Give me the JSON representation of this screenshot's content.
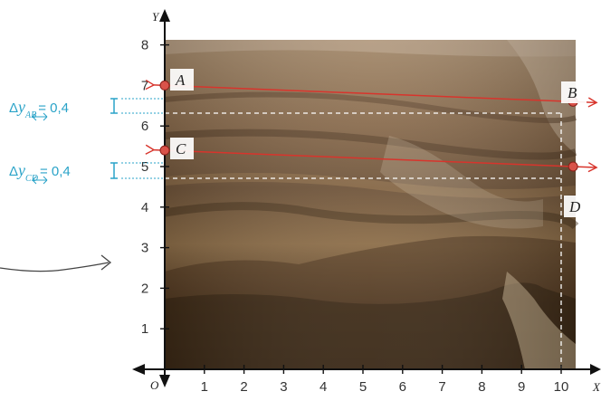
{
  "axes": {
    "x_label": "X",
    "y_label": "Y",
    "origin_label": "O",
    "x_ticks": [
      "1",
      "2",
      "3",
      "4",
      "5",
      "6",
      "7",
      "8",
      "9",
      "10"
    ],
    "y_ticks": [
      "1",
      "2",
      "3",
      "4",
      "5",
      "6",
      "7",
      "8"
    ],
    "xlim": [
      0,
      10.3
    ],
    "ylim": [
      0,
      8.3
    ]
  },
  "points": [
    {
      "label": "A",
      "x": 0,
      "y": 7.0
    },
    {
      "label": "B",
      "x": 10.3,
      "y": 6.6
    },
    {
      "label": "C",
      "x": 0,
      "y": 5.4
    },
    {
      "label": "D",
      "x": 10.3,
      "y": 5.0
    }
  ],
  "lines": [
    {
      "from": "A",
      "to": "B",
      "color": "#d8342c"
    },
    {
      "from": "C",
      "to": "D",
      "color": "#d8342c"
    }
  ],
  "annotations": {
    "delta_ab": {
      "symbol": "Δ",
      "var": "y",
      "sub": "AB",
      "value": "= 0,4"
    },
    "delta_cd": {
      "symbol": "Δ",
      "var": "y",
      "sub": "CD",
      "value": "= 0,4"
    }
  },
  "colors": {
    "accent_line": "#d8342c",
    "point_fill": "#d9534a",
    "delta_text": "#2aa3c8",
    "guide_dashed": "#ffffff"
  },
  "background": "sedimentary rock cliff photograph"
}
